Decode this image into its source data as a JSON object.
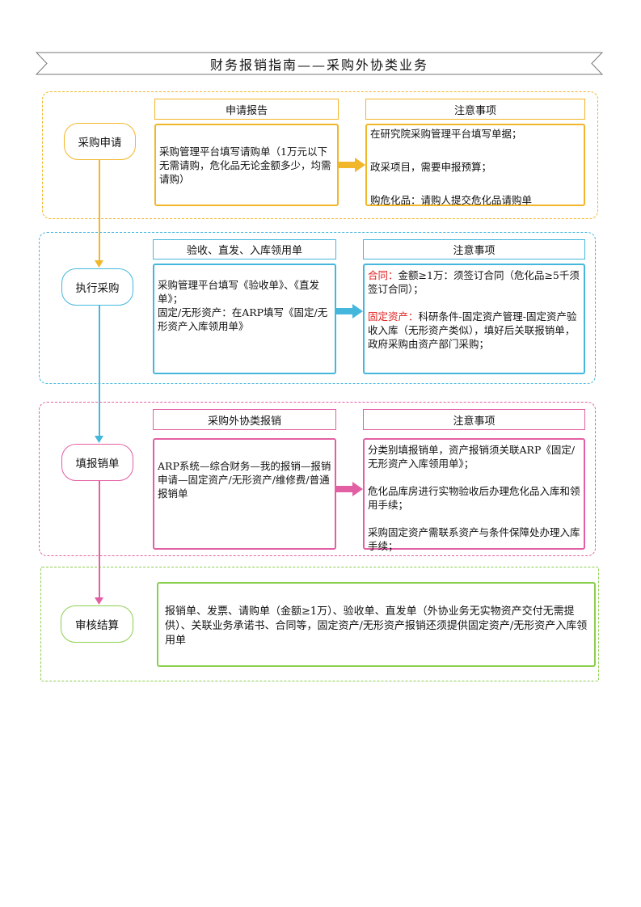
{
  "title": "财务报销指南——采购外协类业务",
  "colors": {
    "orange": "#f2b62a",
    "blue": "#45b7dd",
    "pink": "#e35fa3",
    "green": "#8ccf4f",
    "red": "#e02020"
  },
  "sections": [
    {
      "step": "采购申请",
      "header": "申请报告",
      "note_header": "注意事项",
      "content": "采购管理平台填写请购单（1万元以下无需请购，危化品无论金额多少，均需请购）",
      "notes": [
        "在研究院采购管理平台填写单据；",
        "政采项目，需要申报预算；",
        "购危化品：请购人提交危化品请购单"
      ]
    },
    {
      "step": "执行采购",
      "header": "验收、直发、入库领用单",
      "note_header": "注意事项",
      "content_lines": [
        "采购管理平台填写《验收单》、《直发单》；",
        "固定/无形资产：在ARP填写《固定/无形资产入库领用单》"
      ],
      "notes": [
        {
          "label": "合同：",
          "text": "金额≥1万：须签订合同（危化品≥5千须签订合同）；"
        },
        {
          "label": "固定资产：",
          "text": "科研条件-固定资产管理-固定资产验收入库（无形资产类似），填好后关联报销单，政府采购由资产部门采购；"
        }
      ]
    },
    {
      "step": "填报销单",
      "header": "采购外协类报销",
      "note_header": "注意事项",
      "content": "ARP系统—综合财务—我的报销—报销申请—固定资产/无形资产/维修费/普通报销单",
      "notes": [
        "分类别填报销单，资产报销须关联ARP《固定/无形资产入库领用单》；",
        "危化品库房进行实物验收后办理危化品入库和领用手续；",
        "采购固定资产需联系资产与条件保障处办理入库手续；"
      ]
    },
    {
      "step": "审核结算",
      "content": "报销单、发票、请购单（金额≥1万）、验收单、直发单（外协业务无实物资产交付无需提供）、关联业务承诺书、合同等，固定资产/无形资产报销还须提供固定资产/无形资产入库领用单"
    }
  ]
}
